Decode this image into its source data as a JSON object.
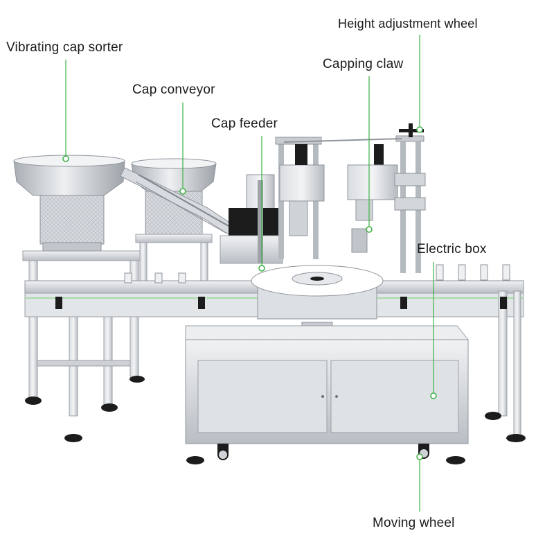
{
  "labels": {
    "vibrating_cap_sorter": "Vibrating cap sorter",
    "cap_conveyor": "Cap conveyor",
    "cap_feeder": "Cap feeder",
    "height_adjustment_wheel": "Height adjustment wheel",
    "capping_claw": "Capping claw",
    "electric_box": "Electric box",
    "moving_wheel": "Moving wheel"
  },
  "colors": {
    "leader_line": "#3cb043",
    "steel_light": "#e4e6e9",
    "steel_mid": "#c7cbd0",
    "steel_dark": "#8e949b",
    "black_part": "#1c1c1c"
  }
}
